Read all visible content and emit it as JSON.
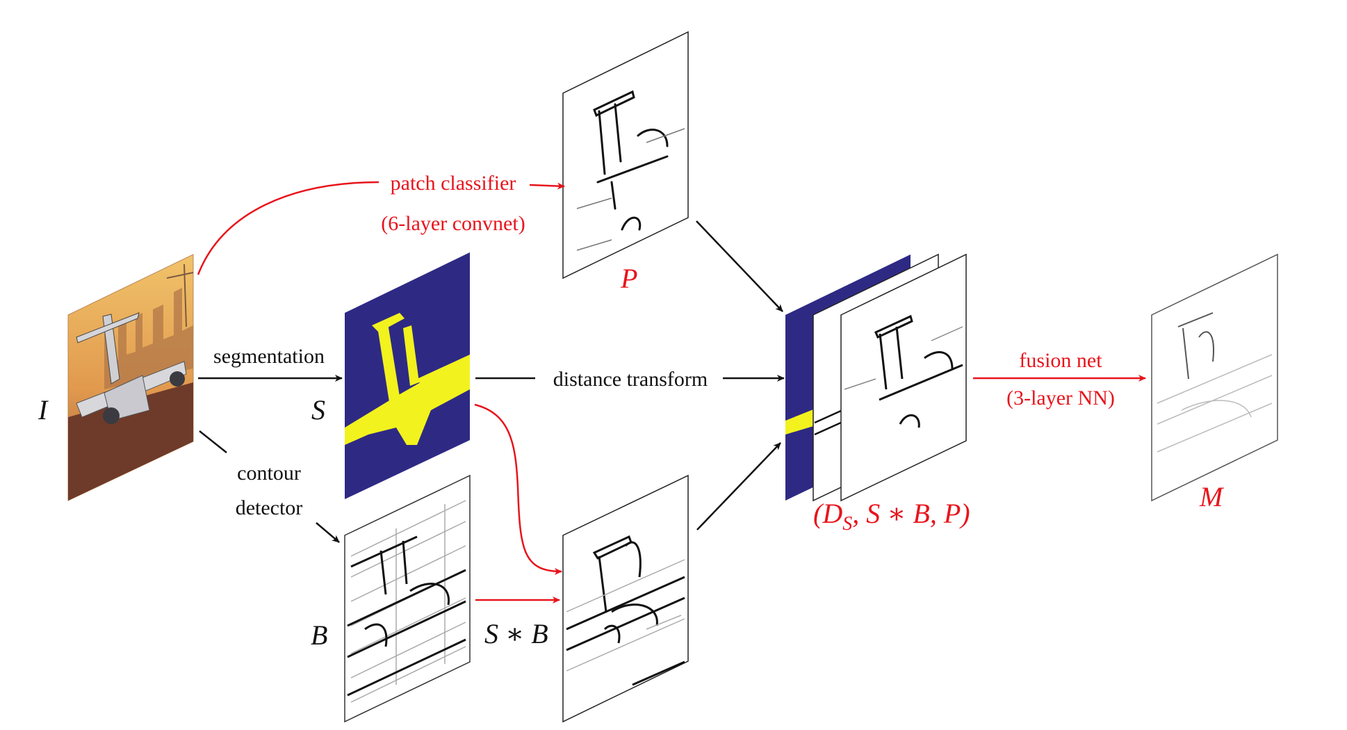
{
  "colors": {
    "annotation_red": "#e8141c",
    "arrow_black": "#111111",
    "segment_blue": "#2e2a84",
    "segment_yellow": "#f2f21e",
    "photo_sky": "#e8a952"
  },
  "nodes": {
    "input": {
      "symbol": "I"
    },
    "segmentation": {
      "symbol": "S"
    },
    "contours": {
      "symbol": "B"
    },
    "patch_output": {
      "symbol": "P"
    },
    "masked": {
      "symbol": "S ∗ B"
    },
    "stack": {
      "symbol": "(D",
      "sub": "S",
      "rest": ", S ∗ B, P)"
    },
    "fusion_output": {
      "symbol": "M"
    }
  },
  "edges": {
    "patch_classifier": "patch classifier",
    "patch_classifier_detail": "(6-layer convnet)",
    "segmentation": "segmentation",
    "distance_transform": "distance transform",
    "contour_detector_line1": "contour",
    "contour_detector_line2": "detector",
    "fusion_net": "fusion net",
    "fusion_net_detail": "(3-layer NN)"
  }
}
